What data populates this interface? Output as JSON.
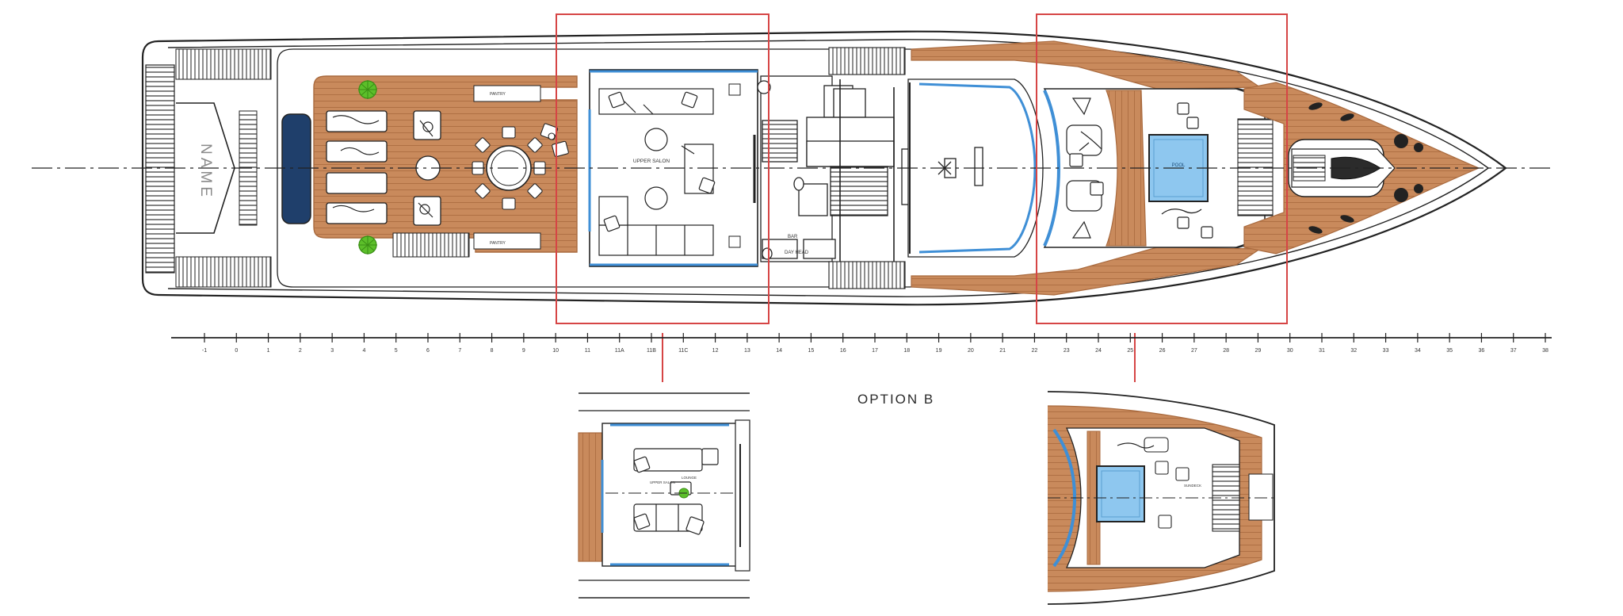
{
  "drawing": {
    "stern_marking": "NAME",
    "option_label": "OPTION B",
    "colors": {
      "teak": "#c98a5c",
      "teak_line": "#a96a3e",
      "hull_line": "#222222",
      "glass_blue": "#3f8fd6",
      "pool_blue": "#8ec7ef",
      "highlight_red": "#d64545",
      "planter_green": "#5cbf2a"
    },
    "rooms": {
      "main_salon": "UPPER SALON",
      "pool": "POOL",
      "pantry_top": "PANTRY",
      "pantry_bottom": "PANTRY",
      "bar": "BAR",
      "dayhead": "DAY HEAD",
      "option_salon": "UPPER SALON",
      "option_lounge": "LOUNGE",
      "option_bow_room": "SUNDECK"
    },
    "scale_ticks": [
      "-1",
      "0",
      "1",
      "2",
      "3",
      "4",
      "5",
      "6",
      "7",
      "8",
      "9",
      "10",
      "11",
      "11A",
      "11B",
      "11C",
      "12",
      "13",
      "14",
      "15",
      "16",
      "17",
      "18",
      "19",
      "20",
      "21",
      "22",
      "23",
      "24",
      "25",
      "26",
      "27",
      "28",
      "29",
      "30",
      "31",
      "32",
      "33",
      "34",
      "35",
      "36",
      "37",
      "38"
    ]
  }
}
